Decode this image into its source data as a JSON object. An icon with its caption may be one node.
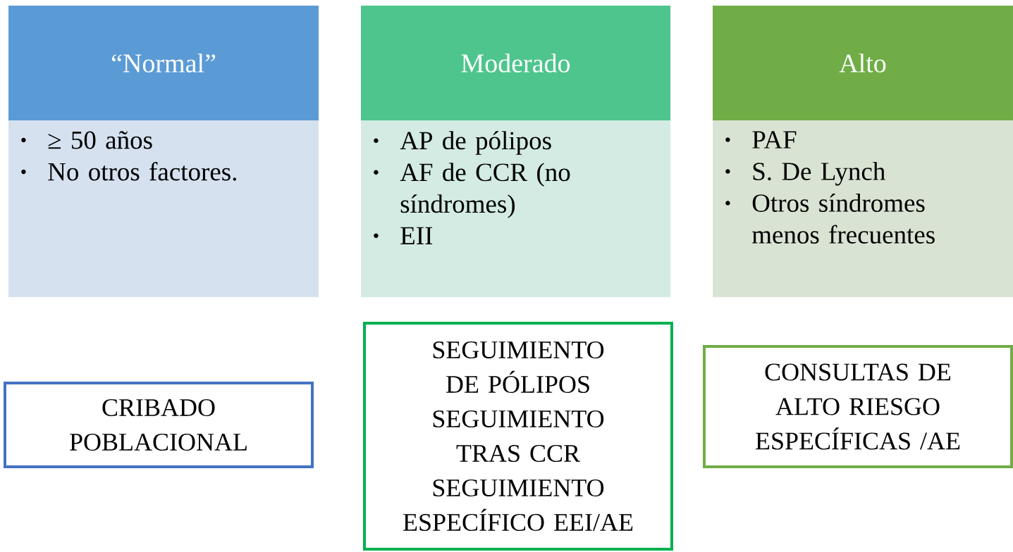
{
  "diagram": {
    "nodes": [
      {
        "text": [
          "“Normal”"
        ]
      },
      {
        "text": [
          "Moderado"
        ]
      },
      {
        "text": [
          "Alto"
        ]
      },
      {
        "text": [
          "≥ 50 años",
          "No otros factores."
        ]
      },
      {
        "text": [
          "AP de pólipos",
          "AF de CCR (no síndromes)",
          "EII"
        ]
      },
      {
        "text": [
          "PAF",
          "S. De Lynch",
          "Otros síndromes menos frecuentes"
        ]
      },
      {
        "text": [
          "CRIBADO POBLACIONAL"
        ]
      },
      {
        "text": [
          "SEGUIMIENTO DE PÓLIPOS",
          "SEGUIMIENTO TRAS CCR",
          "SEGUIMIENTO ESPECÍFICO EEI/AE"
        ]
      },
      {
        "text": [
          "CONSULTAS DE ALTO RIESGO ESPECÍFICAS /AE"
        ]
      }
    ]
  }
}
